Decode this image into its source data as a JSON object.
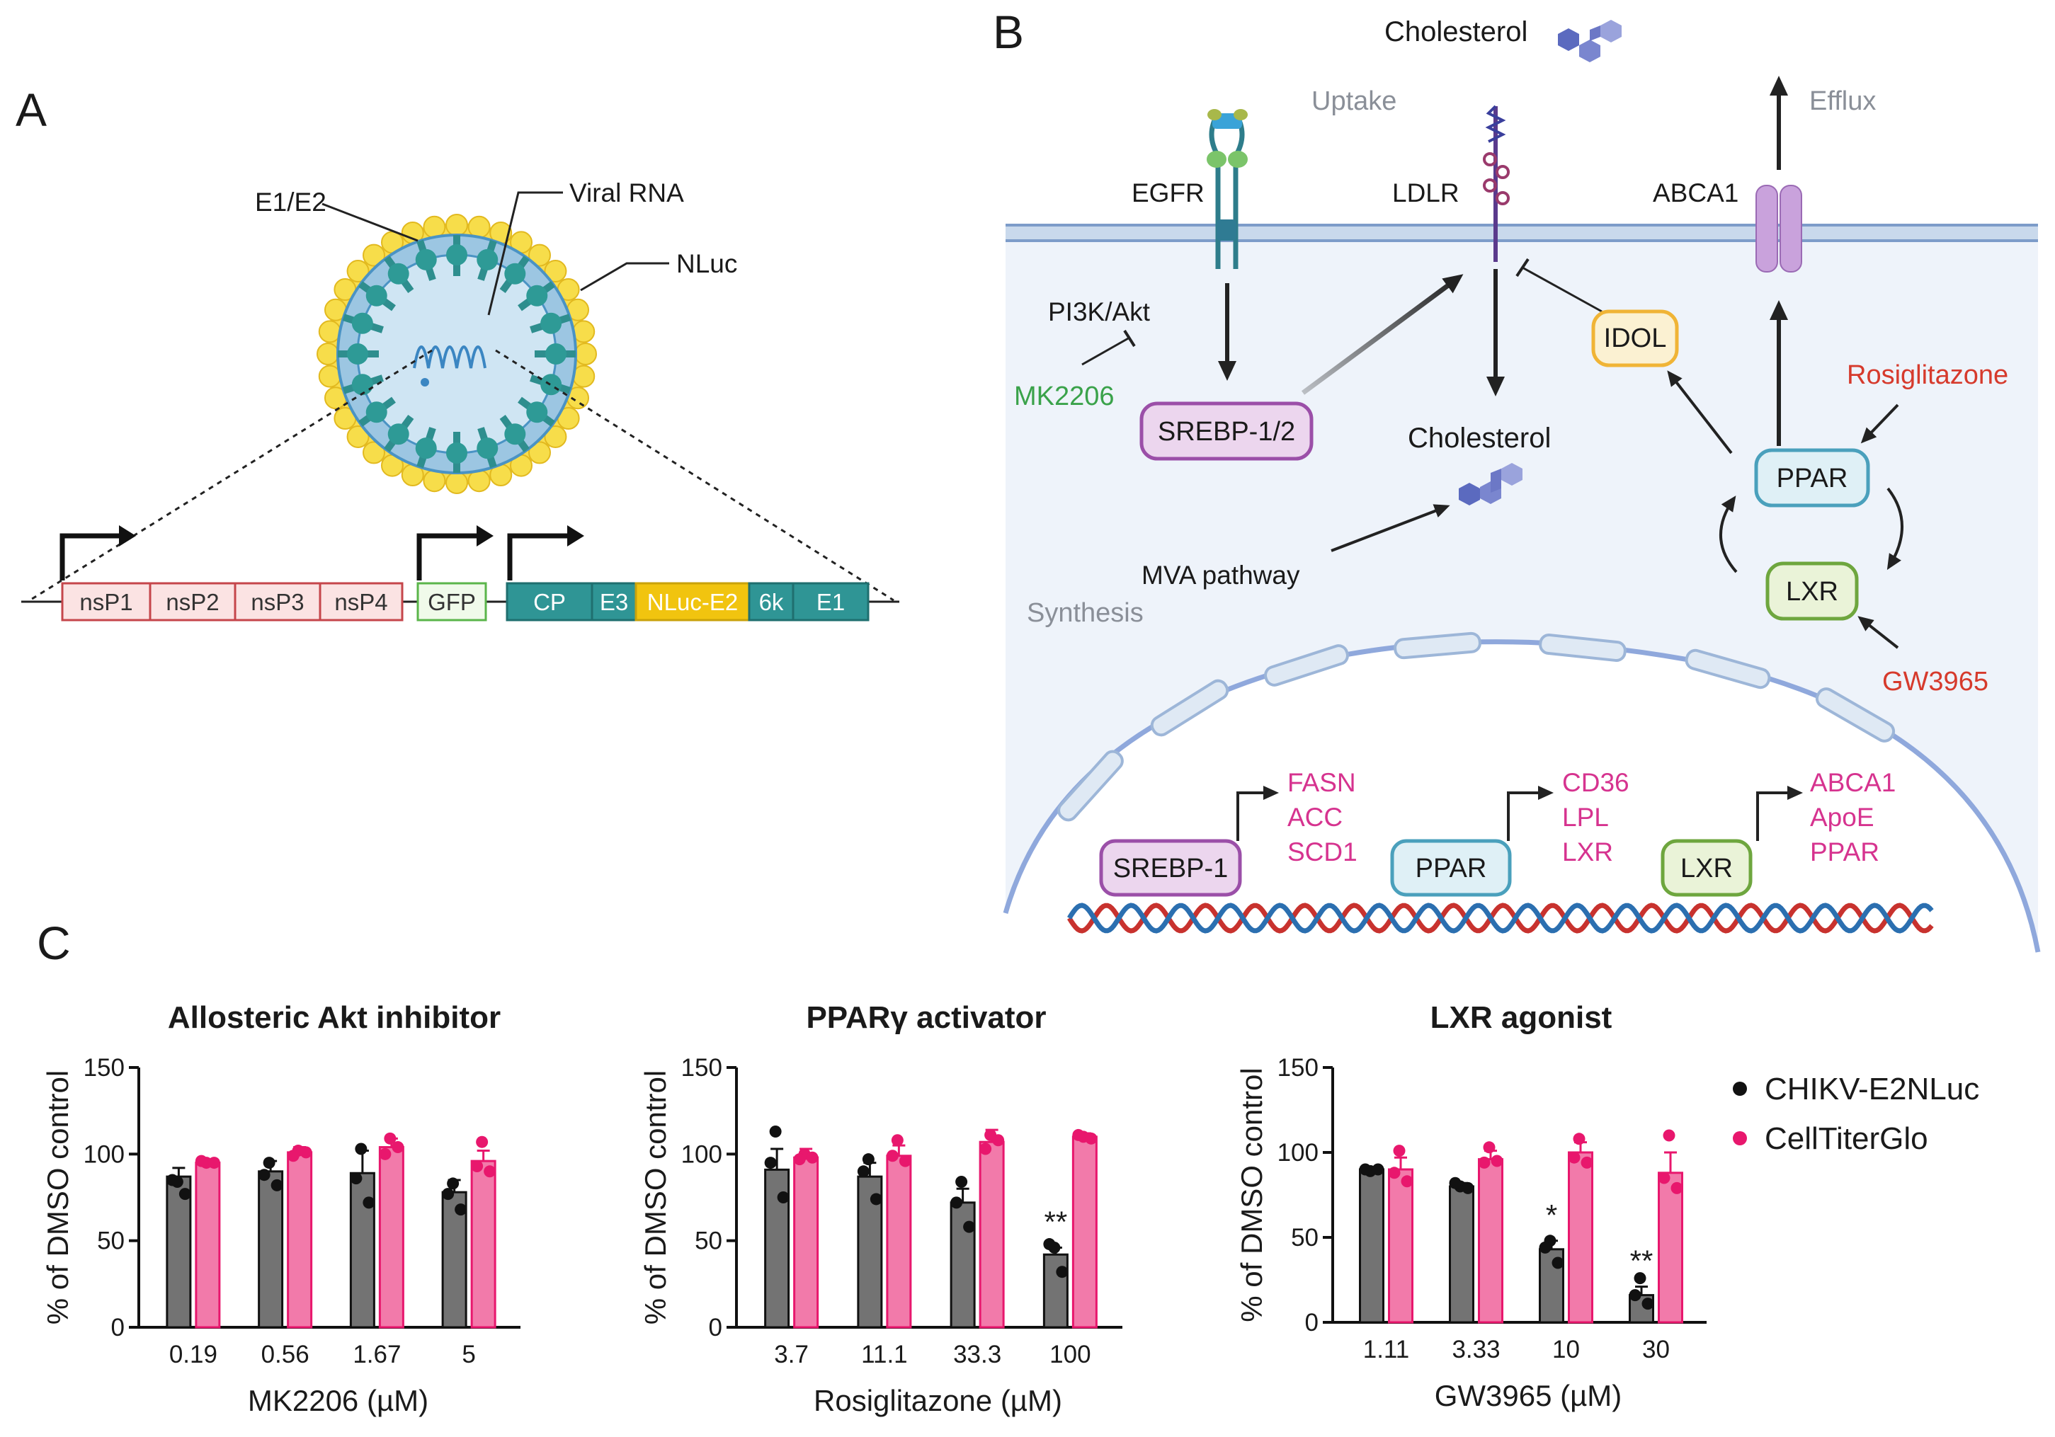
{
  "panel_labels": {
    "a": "A",
    "b": "B",
    "c": "C"
  },
  "panel_a": {
    "virion_labels": {
      "e1e2": "E1/E2",
      "viral_rna": "Viral RNA",
      "nluc": "NLuc"
    },
    "genome_segments": {
      "nsp1": "nsP1",
      "nsp2": "nsP2",
      "nsp3": "nsP3",
      "nsp4": "nsP4",
      "gfp": "GFP",
      "cp": "CP",
      "e3": "E3",
      "nluc_e2": "NLuc-E2",
      "k6": "6k",
      "e1": "E1"
    }
  },
  "panel_b": {
    "cholesterol_top": "Cholesterol",
    "uptake": "Uptake",
    "efflux": "Efflux",
    "egfr": "EGFR",
    "ldlr": "LDLR",
    "abca1": "ABCA1",
    "pi3k": "PI3K/Akt",
    "mk2206": "MK2206",
    "srebp12": "SREBP-1/2",
    "cholesterol_mid": "Cholesterol",
    "idol": "IDOL",
    "rosiglitazone": "Rosiglitazone",
    "ppar_top": "PPAR",
    "lxr_top": "LXR",
    "gw3965": "GW3965",
    "mva": "MVA pathway",
    "synthesis": "Synthesis",
    "nucleus": {
      "srebp1": "SREBP-1",
      "ppar": "PPAR",
      "lxr": "LXR",
      "srebp_targets": [
        "FASN",
        "ACC",
        "SCD1"
      ],
      "ppar_targets": [
        "CD36",
        "LPL",
        "LXR"
      ],
      "lxr_targets": [
        "ABCA1",
        "ApoE",
        "PPAR"
      ]
    }
  },
  "panel_c": {
    "legend": {
      "virus": "CHIKV-E2NLuc",
      "viability": "CellTiterGlo"
    },
    "colors": {
      "virus_bar": "#737373",
      "virus_dot": "#111111",
      "viability_bar": "#f27aaa",
      "viability_dot": "#e8176d"
    }
  },
  "chart_data": [
    {
      "type": "bar",
      "title": "Allosteric Akt inhibitor",
      "xlabel": "MK2206 (µM)",
      "ylabel": "% of DMSO control",
      "ylim": [
        0,
        150
      ],
      "yticks": [
        0,
        50,
        100,
        150
      ],
      "categories": [
        "0.19",
        "0.56",
        "1.67",
        "5"
      ],
      "series": [
        {
          "name": "CHIKV-E2NLuc",
          "values": [
            87,
            90,
            89,
            78
          ],
          "errors": [
            5,
            6,
            13,
            7
          ],
          "points": [
            [
              84,
              85,
              77
            ],
            [
              95,
              88,
              82
            ],
            [
              103,
              86,
              72
            ],
            [
              83,
              77,
              68
            ]
          ]
        },
        {
          "name": "CellTiterGlo",
          "values": [
            95,
            101,
            104,
            96
          ],
          "errors": [
            2,
            3,
            5,
            6
          ],
          "points": [
            [
              95,
              96,
              95
            ],
            [
              102,
              99,
              101
            ],
            [
              109,
              100,
              104
            ],
            [
              107,
              93,
              90
            ]
          ]
        }
      ],
      "significance": [
        "",
        "",
        "",
        ""
      ]
    },
    {
      "type": "bar",
      "title": "PPARγ activator",
      "xlabel": "Rosiglitazone (µM)",
      "ylabel": "% of DMSO control",
      "ylim": [
        0,
        150
      ],
      "yticks": [
        0,
        50,
        100,
        150
      ],
      "categories": [
        "3.7",
        "11.1",
        "33.3",
        "100"
      ],
      "series": [
        {
          "name": "CHIKV-E2NLuc",
          "values": [
            91,
            87,
            72,
            42
          ],
          "errors": [
            12,
            8,
            8,
            4
          ],
          "points": [
            [
              113,
              95,
              75
            ],
            [
              97,
              90,
              74
            ],
            [
              84,
              72,
              58
            ],
            [
              46,
              48,
              32
            ]
          ]
        },
        {
          "name": "CellTiterGlo",
          "values": [
            98,
            99,
            107,
            110
          ],
          "errors": [
            5,
            6,
            7,
            2
          ],
          "points": [
            [
              100,
              97,
              98
            ],
            [
              108,
              99,
              96
            ],
            [
              111,
              103,
              108
            ],
            [
              110,
              111,
              109
            ]
          ]
        }
      ],
      "significance": [
        "",
        "",
        "",
        "**"
      ]
    },
    {
      "type": "bar",
      "title": "LXR agonist",
      "xlabel": "GW3965 (µM)",
      "ylabel": "% of DMSO control",
      "ylim": [
        0,
        150
      ],
      "yticks": [
        0,
        50,
        100,
        150
      ],
      "categories": [
        "1.11",
        "3.33",
        "10",
        "30"
      ],
      "series": [
        {
          "name": "CHIKV-E2NLuc",
          "values": [
            90,
            80,
            43,
            16
          ],
          "errors": [
            1,
            2,
            5,
            5
          ],
          "points": [
            [
              89,
              90,
              90
            ],
            [
              80,
              82,
              79
            ],
            [
              48,
              44,
              35
            ],
            [
              26,
              16,
              11
            ]
          ]
        },
        {
          "name": "CellTiterGlo",
          "values": [
            90,
            96,
            100,
            88
          ],
          "errors": [
            7,
            5,
            6,
            12
          ],
          "points": [
            [
              101,
              88,
              83
            ],
            [
              103,
              94,
              95
            ],
            [
              108,
              97,
              94
            ],
            [
              110,
              85,
              79
            ]
          ]
        }
      ],
      "significance": [
        "",
        "",
        "*",
        "**"
      ]
    }
  ]
}
